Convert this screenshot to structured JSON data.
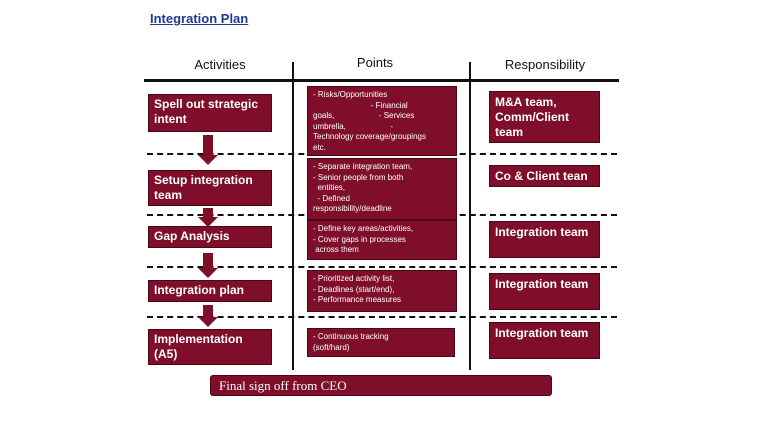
{
  "title": "Integration Plan",
  "columns": {
    "activities": "Activities",
    "points": "Points",
    "responsibility": "Responsibility"
  },
  "rows": [
    {
      "activity": "Spell out strategic intent",
      "points": "- Risks/Opportunities\n                          - Financial\ngoals,                    - Services\numbrella,                    -\nTechnology coverage/groupings\netc.",
      "responsibility": "M&A team, Comm/Client team"
    },
    {
      "activity": "Setup integration team",
      "points": "- Separate integration team,\n- Senior people from both\n  entities,\n  - Defined\nresponsibility/deadline",
      "responsibility": "Co & Client tean"
    },
    {
      "activity": "Gap Analysis",
      "points": "- Define key areas/activities,\n- Cover gaps in processes\n across them",
      "responsibility": "Integration team"
    },
    {
      "activity": "Integration plan",
      "points": "- Prioritized activity list,\n- Deadlines (start/end),\n- Performance measures",
      "responsibility": "Integration team"
    },
    {
      "activity": "Implementation (A5)",
      "points": "- Continuous tracking\n(soft/hard)",
      "responsibility": "Integration team"
    }
  ],
  "footer": "Final sign off from CEO",
  "colors": {
    "box": "#7f0e2b",
    "title": "#1f3b8f"
  }
}
